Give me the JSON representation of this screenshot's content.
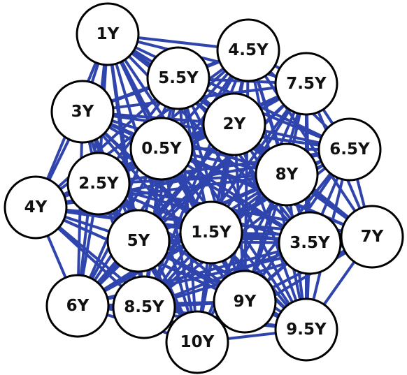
{
  "colors": {
    "edge": "#2f45ad",
    "node_fill": "#ffffff",
    "node_stroke": "#000000",
    "label": "#111111"
  },
  "nodes": [
    {
      "id": "n1y",
      "label": "1Y"
    },
    {
      "id": "n4_5y",
      "label": "4.5Y"
    },
    {
      "id": "n5_5y",
      "label": "5.5Y"
    },
    {
      "id": "n7_5y",
      "label": "7.5Y"
    },
    {
      "id": "n3y",
      "label": "3Y"
    },
    {
      "id": "n2y",
      "label": "2Y"
    },
    {
      "id": "n6_5y",
      "label": "6.5Y"
    },
    {
      "id": "n0_5y",
      "label": "0.5Y"
    },
    {
      "id": "n8y",
      "label": "8Y"
    },
    {
      "id": "n2_5y",
      "label": "2.5Y"
    },
    {
      "id": "n4y",
      "label": "4Y"
    },
    {
      "id": "n7y",
      "label": "7Y"
    },
    {
      "id": "n5y",
      "label": "5Y"
    },
    {
      "id": "n1_5y",
      "label": "1.5Y"
    },
    {
      "id": "n3_5y",
      "label": "3.5Y"
    },
    {
      "id": "n6y",
      "label": "6Y"
    },
    {
      "id": "n8_5y",
      "label": "8.5Y"
    },
    {
      "id": "n9y",
      "label": "9Y"
    },
    {
      "id": "n10y",
      "label": "10Y"
    },
    {
      "id": "n9_5y",
      "label": "9.5Y"
    }
  ],
  "edges": "all-pairs"
}
